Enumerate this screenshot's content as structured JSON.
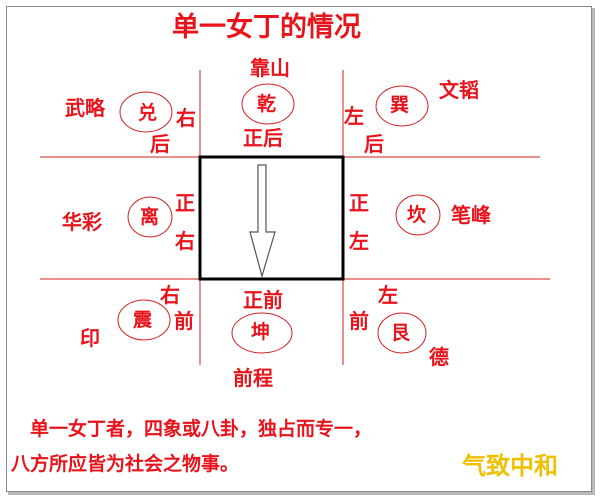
{
  "title": "单一女丁的情况",
  "colors": {
    "accent": "#e8141c",
    "line": "#d02020",
    "box": "#000000",
    "signature": "#f0c000"
  },
  "sectors": {
    "nw": {
      "gua": "兑",
      "name": "武略",
      "mark_a": "右",
      "mark_b": "后"
    },
    "n": {
      "gua": "乾",
      "name": "靠山",
      "mark_a": "正后"
    },
    "ne": {
      "gua": "巽",
      "name": "文韬",
      "mark_a": "左",
      "mark_b": "后"
    },
    "w": {
      "gua": "离",
      "name": "华彩",
      "mark_a": "正",
      "mark_b": "右"
    },
    "e": {
      "gua": "坎",
      "name": "笔峰",
      "mark_a": "正",
      "mark_b": "左"
    },
    "sw": {
      "gua": "震",
      "name": "印",
      "mark_a": "右",
      "mark_b": "前"
    },
    "s": {
      "gua": "坤",
      "name": "前程",
      "mark_a": "正前"
    },
    "se": {
      "gua": "艮",
      "name": "德",
      "mark_a": "左",
      "mark_b": "前"
    }
  },
  "caption": {
    "line1": "单一女丁者，四象或八卦，独占而专一，",
    "line2": "八方所应皆为社会之物事。"
  },
  "signature": "气致中和"
}
